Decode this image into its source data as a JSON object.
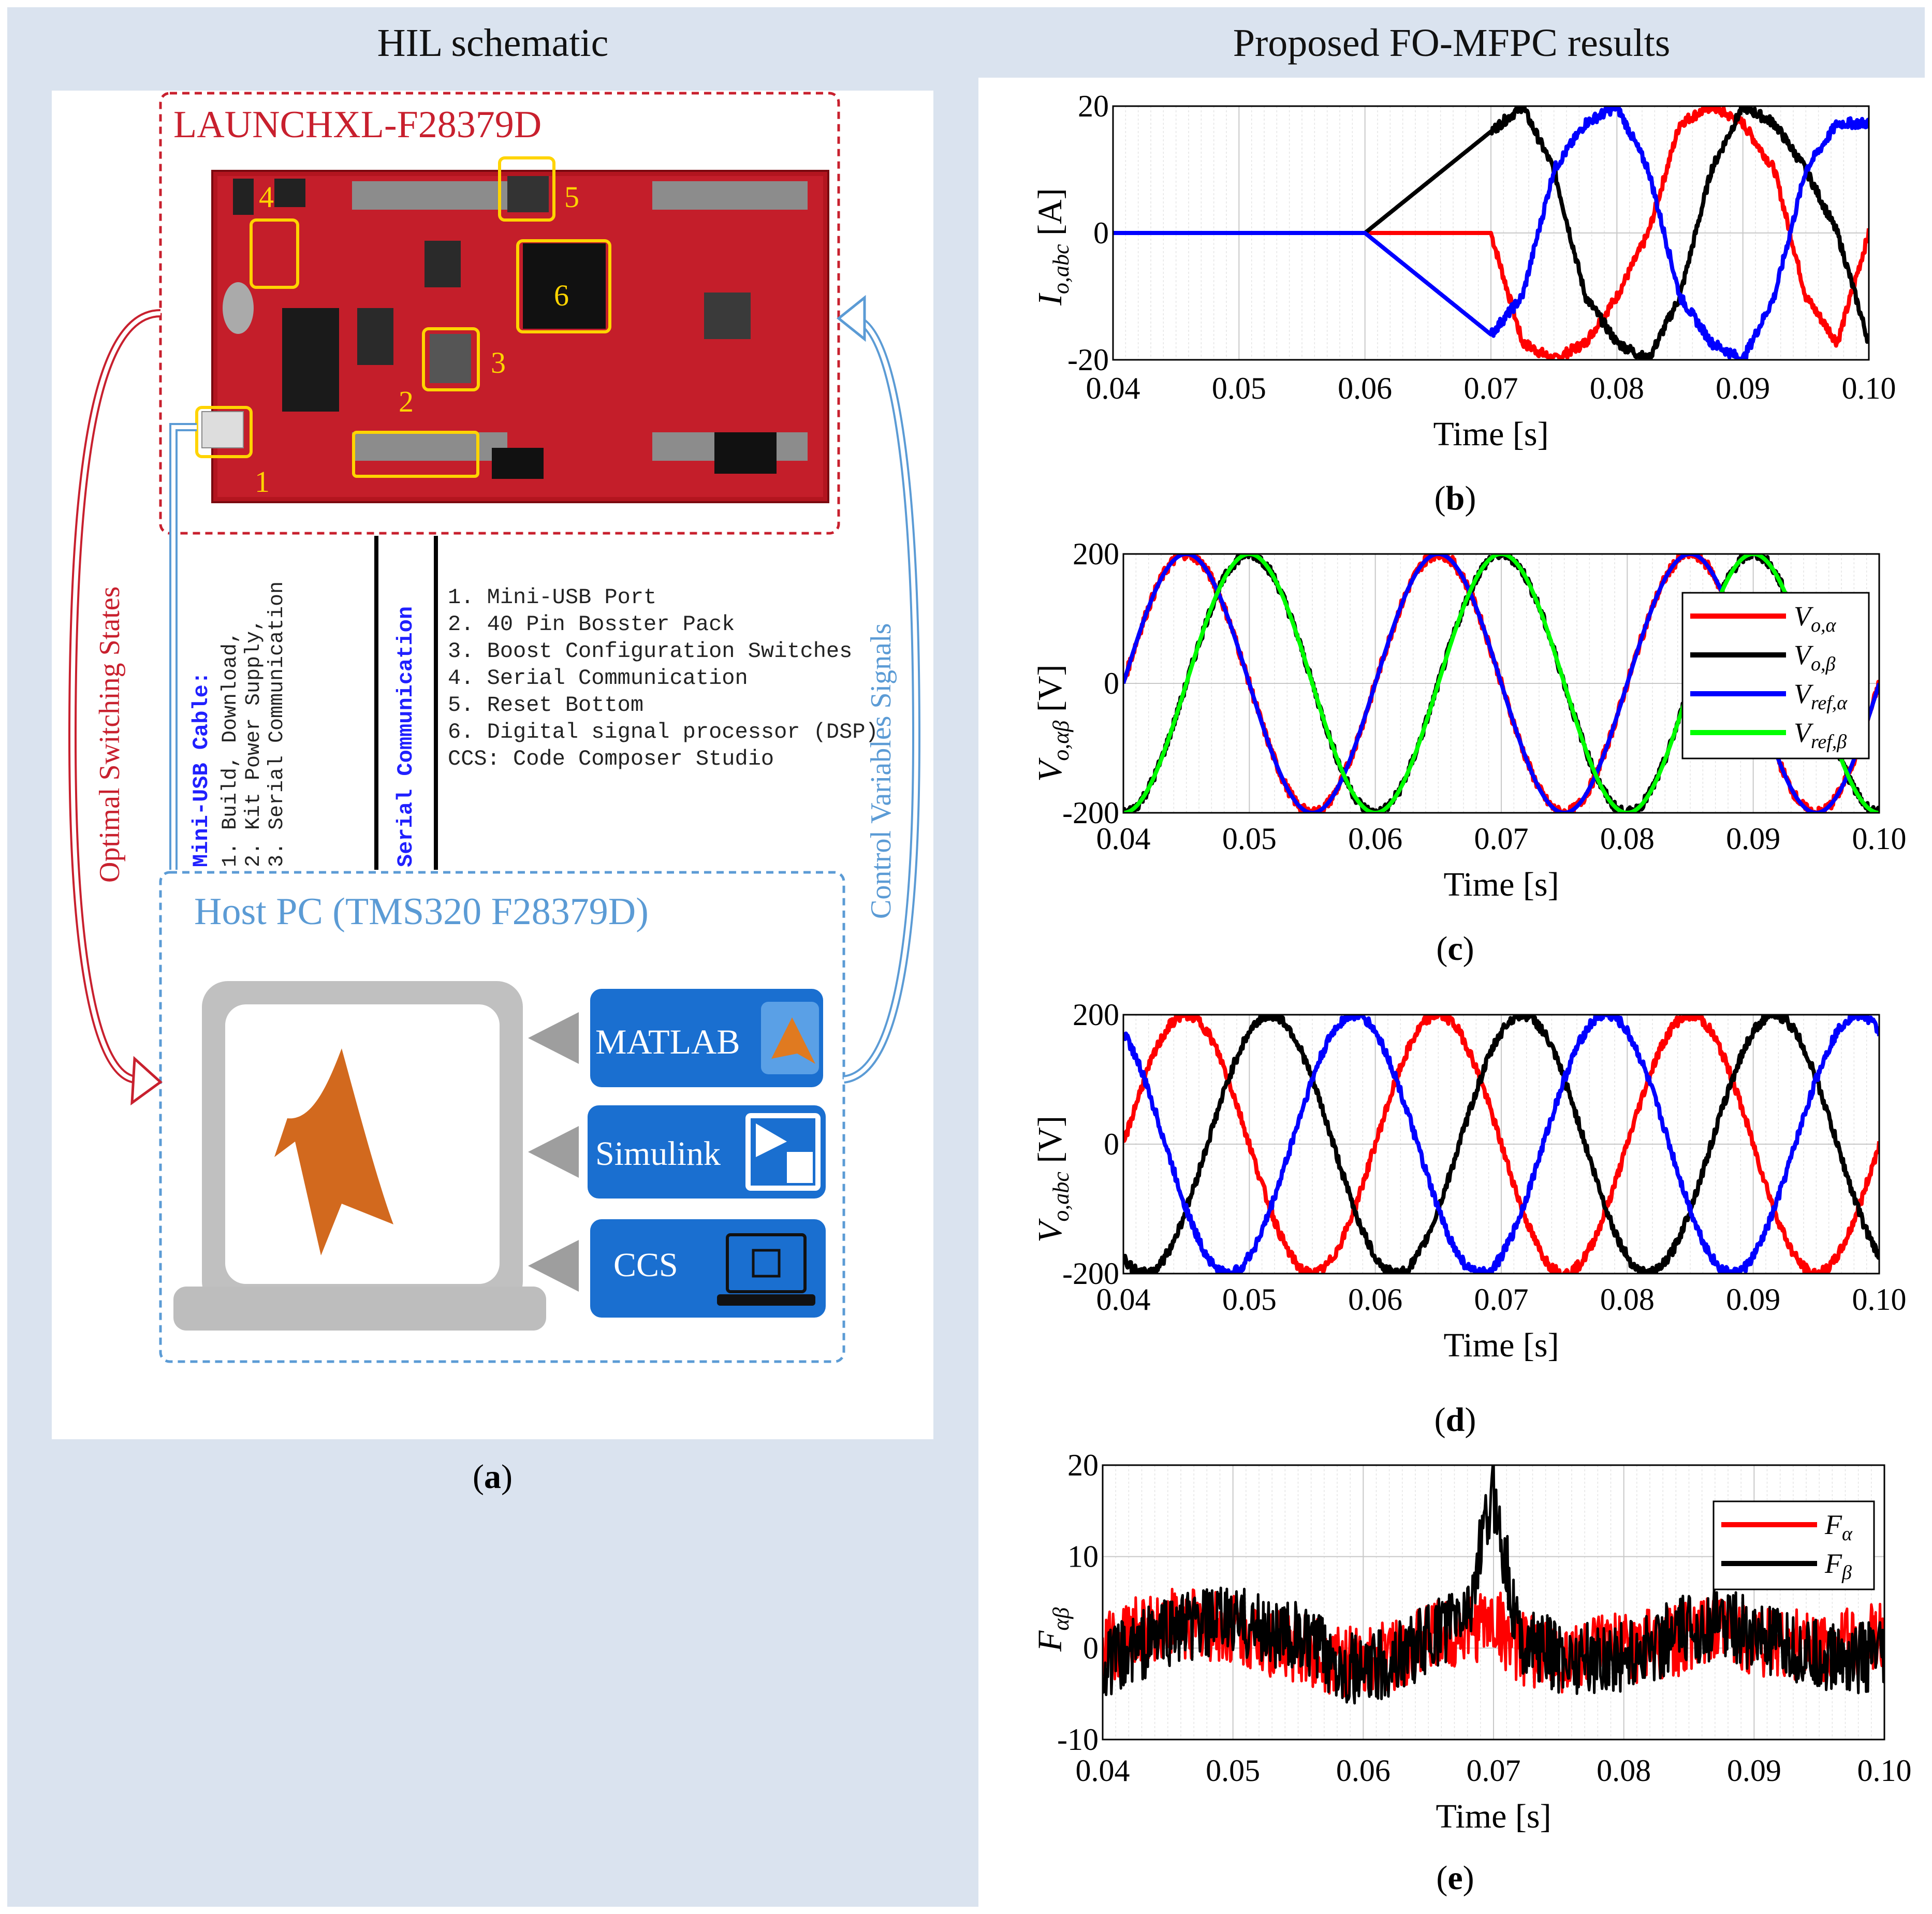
{
  "headers": {
    "left": "HIL schematic",
    "right": "Proposed FO-MFPC results"
  },
  "schematic": {
    "board_title": "LAUNCHXL-F28379D",
    "host_title": "Host PC (TMS320 F28379D)",
    "board_markers": [
      "1",
      "2",
      "3",
      "4",
      "5",
      "6"
    ],
    "arrow_left_label": "Optimal Switching States",
    "arrow_right_label": "Control Variables Signals",
    "usb_heading": "Mini-USB Cable:",
    "usb_items": [
      "1. Build, Download,",
      "2. Kit Power Supply,",
      "3. Serial Communication"
    ],
    "serial_label": "Serial Communication",
    "legend_items": [
      "1. Mini-USB Port",
      "2. 40 Pin Bosster Pack",
      "3. Boost Configuration Switches",
      "4. Serial Communication",
      "5. Reset Bottom",
      "6. Digital signal processor (DSP)",
      "CCS: Code Composer Studio"
    ],
    "tools": [
      "MATLAB",
      "Simulink",
      "CCS"
    ],
    "colors": {
      "board_red": "#c8202e",
      "host_blue": "#5b9bd5",
      "tool_blue": "#1a6fd0",
      "matlab_orange": "#d2691e"
    }
  },
  "captions": {
    "a": "a",
    "b": "b",
    "c": "c",
    "d": "d",
    "e": "e"
  },
  "chart_data": [
    {
      "id": "b",
      "type": "line",
      "ylabel": "I_o,abc [A]",
      "xlabel": "Time [s]",
      "xlim": [
        0.04,
        0.1
      ],
      "ylim": [
        -20,
        20
      ],
      "xticks": [
        "0.04",
        "0.05",
        "0.06",
        "0.07",
        "0.08",
        "0.09",
        "0.10"
      ],
      "yticks": [
        "-20",
        "0",
        "20"
      ],
      "grid": true,
      "x": [
        0.04,
        0.05,
        0.06,
        0.07,
        0.0725,
        0.075,
        0.0775,
        0.08,
        0.0825,
        0.085,
        0.0875,
        0.09,
        0.0925,
        0.095,
        0.0975,
        0.1
      ],
      "series": [
        {
          "color": "#ff0000",
          "values": [
            0,
            0,
            0,
            0,
            -17.3,
            -20,
            -17.3,
            -10,
            0,
            17.3,
            20,
            17.3,
            10,
            -10,
            -17.3,
            0
          ]
        },
        {
          "color": "#000000",
          "values": [
            0,
            0,
            0,
            16,
            20,
            10,
            -10,
            -17.3,
            -20,
            -10,
            10,
            20,
            17.3,
            10,
            0,
            -17.3
          ]
        },
        {
          "color": "#0000ff",
          "values": [
            0,
            0,
            0,
            -16,
            -10,
            10,
            17.3,
            20,
            10,
            -10,
            -17.3,
            -20,
            -10,
            10,
            17.3,
            17.3
          ]
        }
      ]
    },
    {
      "id": "c",
      "type": "line",
      "ylabel": "V_o,αβ [V]",
      "xlabel": "Time [s]",
      "xlim": [
        0.04,
        0.1
      ],
      "ylim": [
        -200,
        200
      ],
      "xticks": [
        "0.04",
        "0.05",
        "0.06",
        "0.07",
        "0.08",
        "0.09",
        "0.10"
      ],
      "yticks": [
        "-200",
        "0",
        "200"
      ],
      "grid": true,
      "legend_position": "right",
      "series": [
        {
          "name": "V_o,α",
          "color": "#ff0000",
          "amplitude": 200,
          "phase": 0
        },
        {
          "name": "V_o,β",
          "color": "#000000",
          "amplitude": 200,
          "phase": -90
        },
        {
          "name": "V_ref,α",
          "color": "#0000ff",
          "amplitude": 200,
          "phase": 0
        },
        {
          "name": "V_ref,β",
          "color": "#00ff00",
          "amplitude": 200,
          "phase": -90
        }
      ]
    },
    {
      "id": "d",
      "type": "line",
      "ylabel": "V_o,abc [V]",
      "xlabel": "Time [s]",
      "xlim": [
        0.04,
        0.1
      ],
      "ylim": [
        -200,
        200
      ],
      "xticks": [
        "0.04",
        "0.05",
        "0.06",
        "0.07",
        "0.08",
        "0.09",
        "0.10"
      ],
      "yticks": [
        "-200",
        "0",
        "200"
      ],
      "grid": true,
      "series": [
        {
          "color": "#ff0000",
          "amplitude": 200,
          "phase": 0
        },
        {
          "color": "#000000",
          "amplitude": 200,
          "phase": -120
        },
        {
          "color": "#0000ff",
          "amplitude": 200,
          "phase": 120
        }
      ]
    },
    {
      "id": "e",
      "type": "line",
      "ylabel": "F_αβ",
      "xlabel": "Time [s]",
      "xlim": [
        0.04,
        0.1
      ],
      "ylim": [
        -10,
        20
      ],
      "xticks": [
        "0.04",
        "0.05",
        "0.06",
        "0.07",
        "0.08",
        "0.09",
        "0.10"
      ],
      "yticks": [
        "-10",
        "0",
        "10",
        "20"
      ],
      "grid": true,
      "legend_position": "top-right",
      "x": [
        0.04,
        0.045,
        0.05,
        0.055,
        0.06,
        0.065,
        0.068,
        0.07,
        0.072,
        0.075,
        0.08,
        0.085,
        0.088,
        0.09,
        0.095,
        0.1
      ],
      "series": [
        {
          "name": "F_α",
          "color": "#ff0000",
          "values": [
            0,
            3,
            2,
            0,
            -2,
            1,
            2,
            3,
            0,
            -1,
            0,
            1,
            2,
            1,
            0,
            1
          ]
        },
        {
          "name": "F_β",
          "color": "#000000",
          "values": [
            -2,
            2,
            3,
            1,
            -3,
            1,
            4,
            17,
            1,
            -1,
            -1,
            2,
            3,
            1,
            -1,
            -1
          ]
        }
      ]
    }
  ]
}
